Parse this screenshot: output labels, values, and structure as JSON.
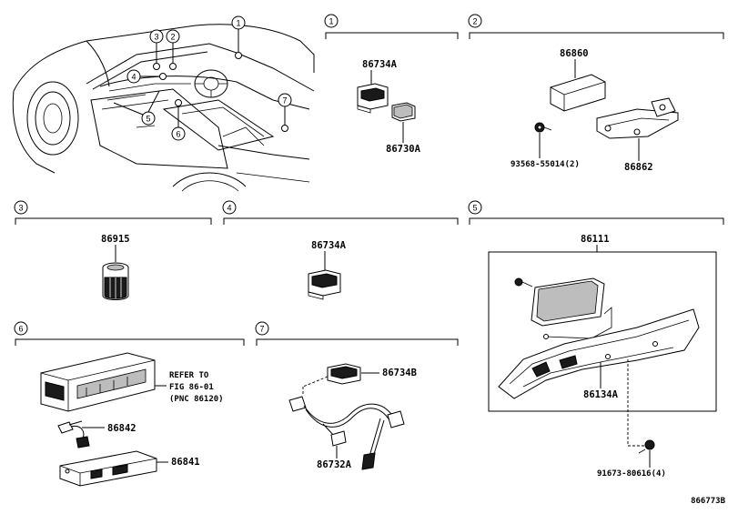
{
  "sections": [
    {
      "id": "1",
      "parts": [
        "86734A",
        "86730A"
      ]
    },
    {
      "id": "2",
      "parts": [
        "86860",
        "93568-55014(2)",
        "86862"
      ]
    },
    {
      "id": "3",
      "parts": [
        "86915"
      ]
    },
    {
      "id": "4",
      "parts": [
        "86734A"
      ]
    },
    {
      "id": "5",
      "parts": [
        "86111",
        "86134A",
        "91673-80616(4)"
      ]
    },
    {
      "id": "6",
      "parts": [
        "86842",
        "86841"
      ]
    },
    {
      "id": "7",
      "parts": [
        "86734B",
        "86732A"
      ]
    }
  ],
  "callouts": [
    "1",
    "2",
    "3",
    "4",
    "5",
    "6",
    "7"
  ],
  "refer_note": [
    "REFER TO",
    "FIG 86-01",
    "(PNC 86120)"
  ],
  "diagram_id": "866773B"
}
